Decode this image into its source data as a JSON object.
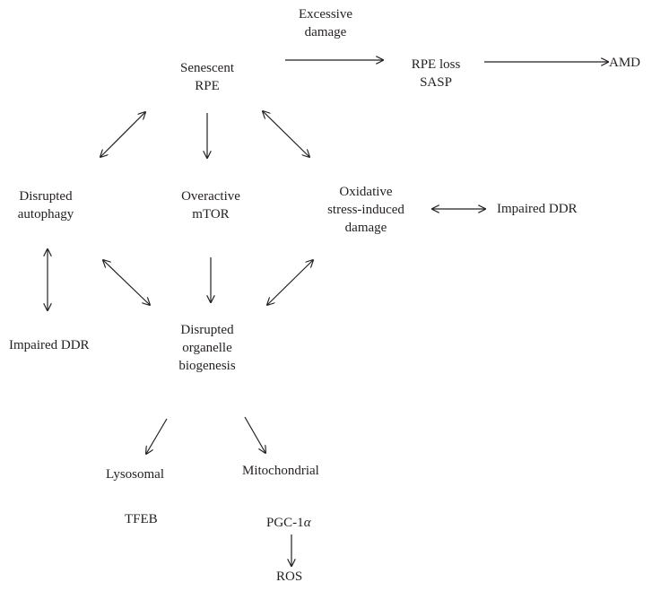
{
  "nodes": {
    "excessive_damage": {
      "line1": "Excessive",
      "line2": "damage"
    },
    "senescent_rpe": {
      "line1": "Senescent",
      "line2": "RPE"
    },
    "rpe_loss": {
      "line1": "RPE loss",
      "line2": "SASP"
    },
    "amd": {
      "line1": "AMD"
    },
    "disrupted_autophagy": {
      "line1": "Disrupted",
      "line2": "autophagy"
    },
    "overactive_mtor": {
      "line1": "Overactive",
      "line2": "mTOR"
    },
    "oxidative_damage": {
      "line1": "Oxidative",
      "line2": "stress-induced",
      "line3": "damage"
    },
    "impaired_ddr_right": {
      "line1": "Impaired DDR"
    },
    "impaired_ddr_left": {
      "line1": "Impaired DDR"
    },
    "disrupted_organelle": {
      "line1": "Disrupted",
      "line2": "organelle",
      "line3": "biogenesis"
    },
    "lysosomal": {
      "line1": "Lysosomal"
    },
    "mitochondrial": {
      "line1": "Mitochondrial"
    },
    "tfeb": {
      "line1": "TFEB"
    },
    "pgc1a": {
      "prefix": "PGC-1",
      "greek": "α"
    },
    "ros": {
      "line1": "ROS"
    }
  },
  "colors": {
    "ink": "#231f20",
    "background": "#ffffff"
  }
}
